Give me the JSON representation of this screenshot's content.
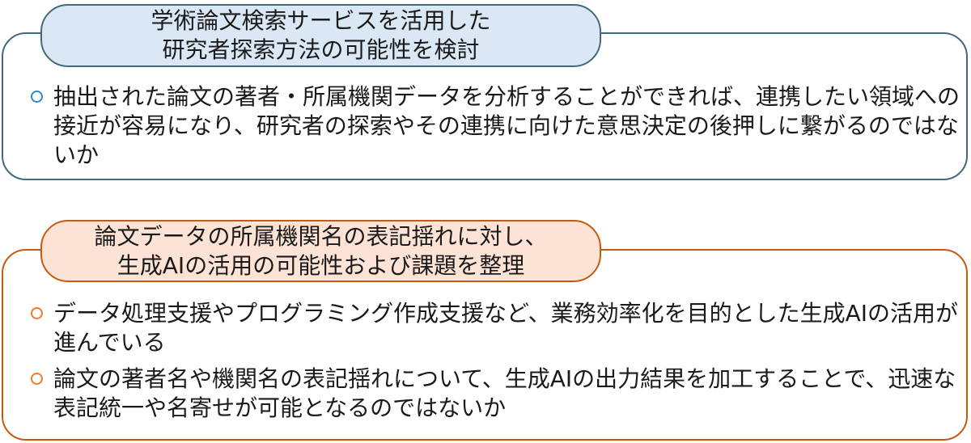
{
  "colors": {
    "blue_border": "#44697d",
    "blue_fill": "#dae8f5",
    "blue_bullet": "#2e89c9",
    "orange_border": "#c55a11",
    "orange_fill": "#fce3d6",
    "orange_bullet": "#ed7d31"
  },
  "section1": {
    "title_line1": "学術論文検索サービスを活用した",
    "title_line2": "研究者探索方法の可能性を検討",
    "bullet_icon": "circle-bullet-icon",
    "bullets": [
      "抽出された論文の著者・所属機関データを分析することができれば、連携したい領域への接近が容易になり、研究者の探索やその連携に向けた意思決定の後押しに繋がるのではないか"
    ]
  },
  "section2": {
    "title_line1": "論文データの所属機関名の表記揺れに対し、",
    "title_line2": "生成AIの活用の可能性および課題を整理",
    "bullet_icon": "circle-bullet-icon",
    "bullets": [
      "データ処理支援やプログラミング作成支援など、業務効率化を目的とした生成AIの活用が進んでいる",
      "論文の著者名や機関名の表記揺れについて、生成AIの出力結果を加工することで、迅速な表記統一や名寄せが可能となるのではないか"
    ]
  }
}
